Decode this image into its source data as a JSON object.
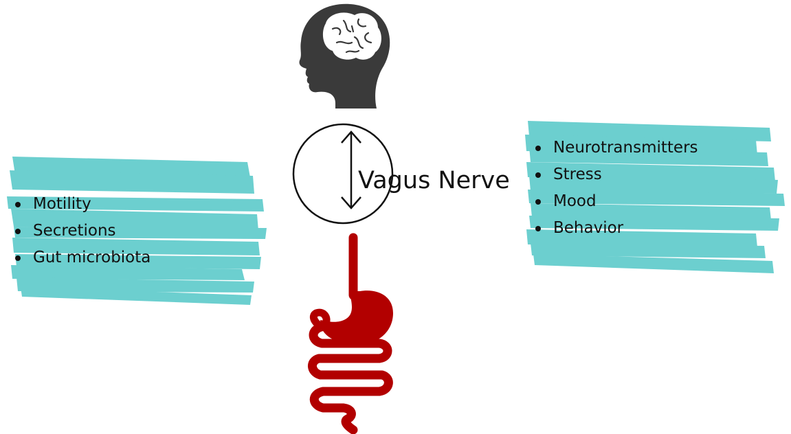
{
  "colors": {
    "highlight": "#6ccfcf",
    "gut": "#b20000",
    "head": "#3a3a3a",
    "stroke": "#111111"
  },
  "icons": [
    "head-brain-icon",
    "bidirectional-arrow-icon",
    "gut-icon"
  ],
  "center_label": "Vagus Nerve",
  "left_list": {
    "items": [
      "Motility",
      "Secretions",
      "Gut microbiota"
    ]
  },
  "right_list": {
    "items": [
      "Neurotransmitters",
      "Stress",
      "Mood",
      "Behavior"
    ]
  }
}
